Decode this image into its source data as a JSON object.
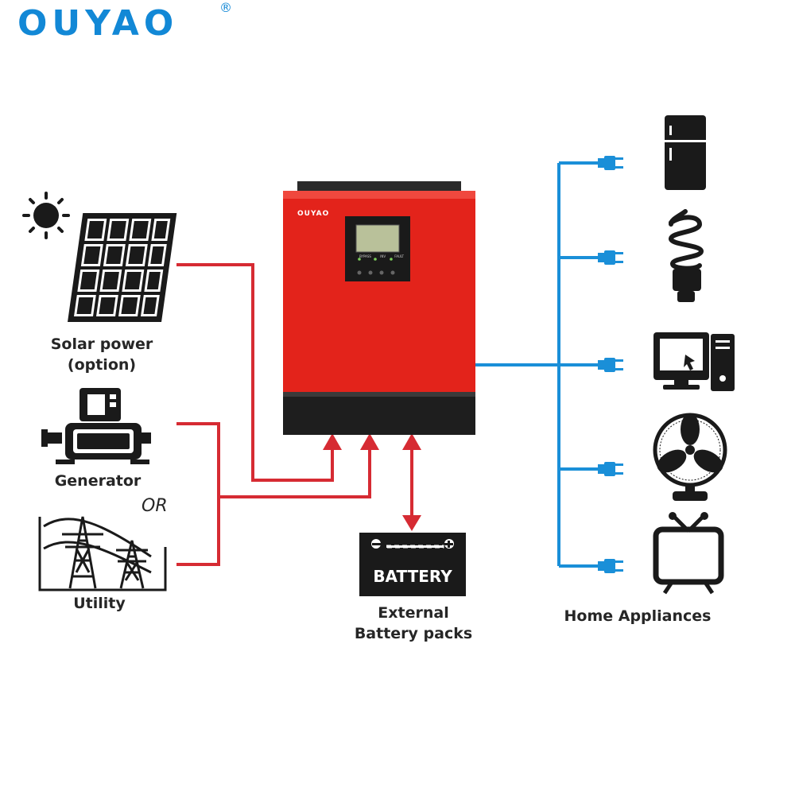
{
  "brand": {
    "name": "OUYAO",
    "registered": "®"
  },
  "inverter": {
    "brand": "OUYAO",
    "panel_labels": [
      "BYPASS",
      "INV",
      "FAULT"
    ]
  },
  "sources": {
    "solar_label_line1": "Solar power",
    "solar_label_line2": "(option)",
    "generator_label": "Generator",
    "or_label": "OR",
    "utility_label": "Utility"
  },
  "battery": {
    "box_label": "BATTERY",
    "caption_line1": "External",
    "caption_line2": "Battery packs"
  },
  "appliances": {
    "caption": "Home Appliances",
    "items": [
      "refrigerator-icon",
      "cfl-bulb-icon",
      "computer-icon",
      "fan-icon",
      "tv-icon"
    ]
  },
  "colors": {
    "brand_blue": "#1288d6",
    "ac_line_blue": "#1a8fd8",
    "dc_line_red": "#d62b33",
    "inverter_red": "#e3231b",
    "icon_black": "#1a1a1a"
  }
}
